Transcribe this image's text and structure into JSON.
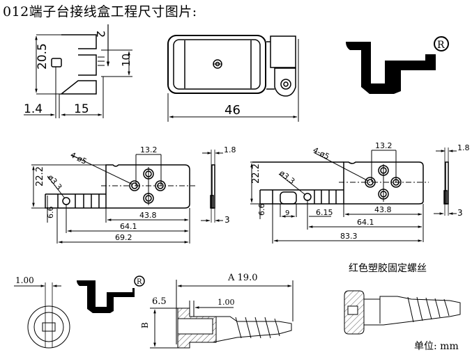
{
  "title": "012端子台接线盒工程尺寸图片:",
  "views": {
    "top_left": {
      "height_label": "20.5",
      "slot_label": "2",
      "pitch_label": "10",
      "offset_label": "1.4",
      "depth_label": "15"
    },
    "top_middle": {
      "width_label": "46"
    },
    "logo": {
      "registered_mark": "®"
    },
    "middle_left": {
      "holes_label": "4-ø5",
      "hole_spacing_label": "13.2",
      "height_label": "22.2",
      "small_hole_label": "ø3.3",
      "tab_height_label": "6.6",
      "body_width_label": "43.8",
      "hole_to_end_label": "64.1",
      "total_length_label": "69.2",
      "thickness_top_label": "1.8",
      "thickness_bottom_label": "3"
    },
    "middle_right": {
      "holes_label": "4-ø5",
      "hole_spacing_label": "13.2",
      "height_label": "22.2",
      "small_hole_label": "ø3.3",
      "tab_height_label": "6.6",
      "slot_width_label": "9",
      "slot_offset_label": "6.15",
      "body_width_label": "43.8",
      "hole_to_end_label": "64.1",
      "total_length_label": "83.3",
      "thickness_top_label": "1.8",
      "thickness_bottom_label": "3"
    },
    "bottom_left": {
      "slot_width_label": "1.00",
      "registered_mark": "®"
    },
    "bottom_middle": {
      "length_label": "A  19.0",
      "head_label": "6.5",
      "slot_label": "1.00",
      "diameter_label": "B"
    },
    "bottom_right": {
      "caption": "红色塑胶固定螺丝",
      "unit_label": "单位: mm"
    }
  }
}
